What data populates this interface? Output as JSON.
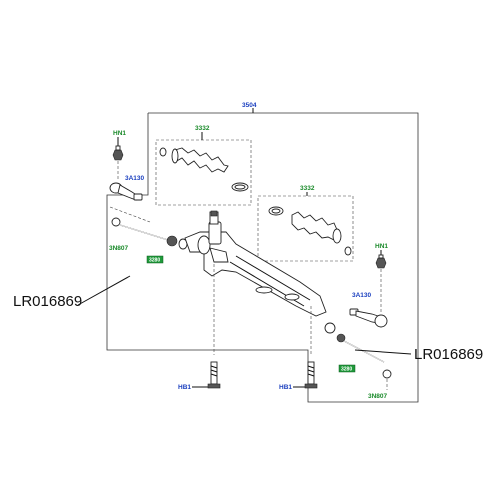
{
  "diagram": {
    "labels": {
      "assembly": "3504",
      "boot_left": "3332",
      "boot_right": "3332",
      "nut_top_left": "HN1",
      "nut_right": "HN1",
      "tie_rod_end_left": "3A130",
      "tie_rod_end_right": "3A130",
      "inner_tie_rod_left": "3N807",
      "inner_tie_rod_right": "3N807",
      "bolt_left": "HB1",
      "bolt_right": "HB1"
    },
    "part_numbers": {
      "left": "LR016869",
      "right": "LR016869"
    },
    "tags": {
      "left": "3280",
      "right": "3280"
    },
    "colors": {
      "reference_blue": "#1a3fbf",
      "fastener_green": "#1a8a2a",
      "tag_green": "#1f9a3a"
    }
  }
}
